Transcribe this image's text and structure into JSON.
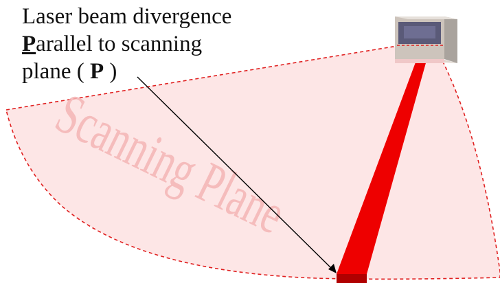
{
  "caption": {
    "line1": "Laser beam divergence",
    "line2_first_letter": "P",
    "line2_rest": "arallel to scanning",
    "line3_prefix": "plane ( ",
    "line3_bold": "P",
    "line3_suffix": " )"
  },
  "plane_label": "Scanning Plane",
  "colors": {
    "plane_fill": "#fde6e6",
    "plane_border": "#e02020",
    "beam": "#ee0000",
    "beam_dark": "#b00000",
    "arrow": "#000000",
    "watermark": "#f3b4b4",
    "device_body": "#cdc4bc",
    "device_window": "#5a5a78"
  }
}
